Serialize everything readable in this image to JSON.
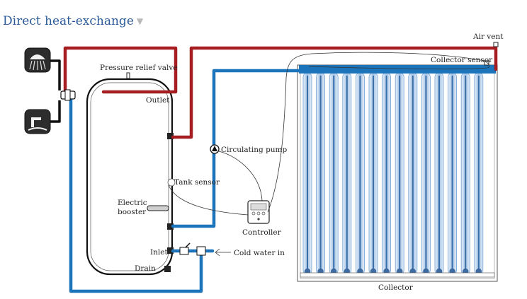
{
  "header": {
    "title": "Direct heat-exchange",
    "expand_icon": "triangle-down-icon"
  },
  "labels": {
    "air_vent": "Air vent",
    "collector_sensor": "Collector sensor",
    "pressure_relief_valve": "Pressure relief valve",
    "outlet": "Outlet",
    "circulating_pump": "Circulating pump",
    "tank_sensor": "Tank sensor",
    "electric_booster_line1": "Electric",
    "electric_booster_line2": "booster",
    "controller": "Controller",
    "inlet": "Inlet",
    "cold_water_in": "Cold water in",
    "drain": "Drain",
    "collector": "Collector"
  },
  "icons": {
    "shower": "shower-icon",
    "tap": "tap-icon",
    "mixing_valve": "mixing-valve-icon",
    "pump": "pump-icon",
    "controller": "controller-icon"
  },
  "colors": {
    "hot_pipe": "#a61e22",
    "cold_pipe": "#1c75bb",
    "title": "#2a5a9a",
    "tube": "#5a8fc4",
    "header_bar": "#1c75bb"
  }
}
